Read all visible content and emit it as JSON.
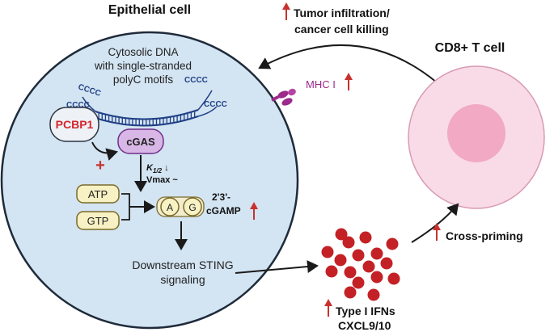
{
  "epithelial": {
    "title": "Epithelial cell",
    "dna_caption_line1": "Cytosolic DNA",
    "dna_caption_line2": "with single-stranded",
    "dna_caption_line3": "polyC motifs",
    "polyc_motif": "CCCC",
    "pcbp1": "PCBP1",
    "plus_sign": "+",
    "cgas": "cGAS",
    "km_label": "K",
    "km_sub": "1/2",
    "km_arrow": "↓",
    "vmax_label": "Vmax ~",
    "atp": "ATP",
    "gtp": "GTP",
    "cgamp_a": "A",
    "cgamp_g": "G",
    "cgamp_label_line1": "2'3'-",
    "cgamp_label_line2": "cGAMP",
    "sting_line1": "Downstream STING",
    "sting_line2": "signaling"
  },
  "mhc": {
    "label": "MHC I"
  },
  "tcell": {
    "title": "CD8+ T cell"
  },
  "tumor": {
    "line1": "Tumor infiltration/",
    "line2": "cancer cell killing"
  },
  "cross_priming": {
    "label": "Cross-priming"
  },
  "ifn": {
    "line1": "Type I IFNs",
    "line2": "CXCL9/10"
  },
  "colors": {
    "cell_fill": "#d3e4f2",
    "cell_stroke": "#1f2b3a",
    "tcell_fill": "#f8dbe6",
    "tcell_nucleus": "#f1a9c4",
    "dna": "#1f3f86",
    "pcbp1_text": "#d6262b",
    "cgas_fill": "#d8b7e6",
    "cgas_stroke": "#6f2f8a",
    "nucleotide_fill": "#f7f1c4",
    "nucleotide_stroke": "#7a6a2a",
    "mhc": "#9c2a8c",
    "up_arrow": "#c8322e",
    "ifn_dot": "#c42126"
  },
  "icons": {
    "up_arrow": "up-arrow-icon",
    "mhc": "mhc-receptor-icon",
    "dot": "ifn-particle-icon"
  }
}
